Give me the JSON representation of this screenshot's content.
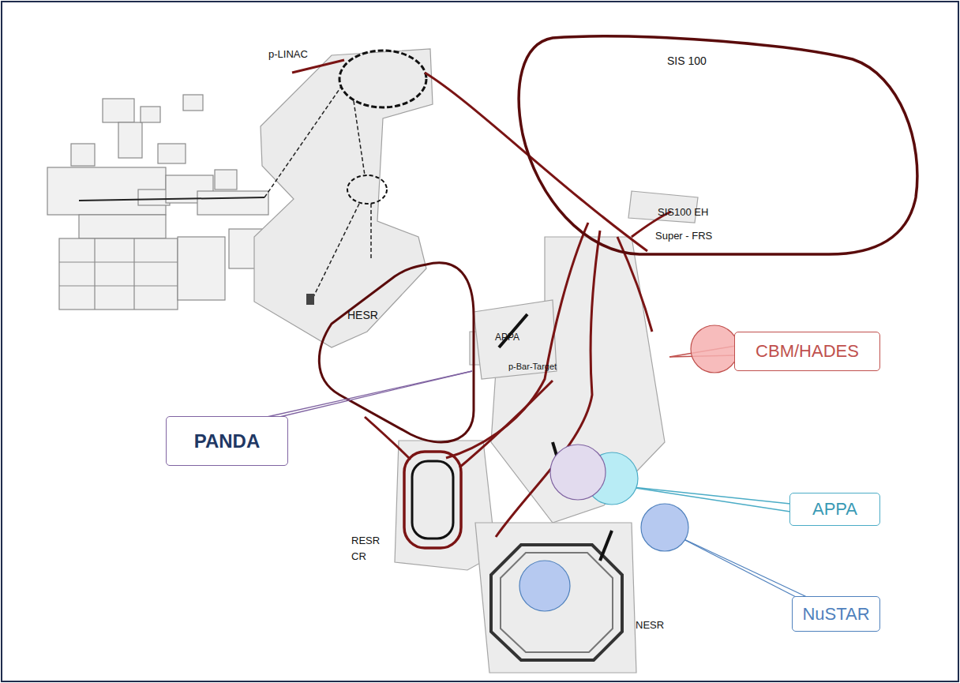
{
  "diagram": {
    "nodes": [
      {
        "text": [
          "CBM/HADES"
        ]
      },
      {
        "text": [
          "PANDA"
        ]
      },
      {
        "text": [
          "APPA"
        ]
      },
      {
        "text": [
          "NuSTAR"
        ]
      }
    ],
    "labels": [
      "SIS 100",
      "p-LINAC",
      "SIS100 EH",
      "HESR",
      "Super - FRS",
      "APPA",
      "p-Bar-Target",
      "RESR",
      "CR",
      "NESR"
    ]
  }
}
